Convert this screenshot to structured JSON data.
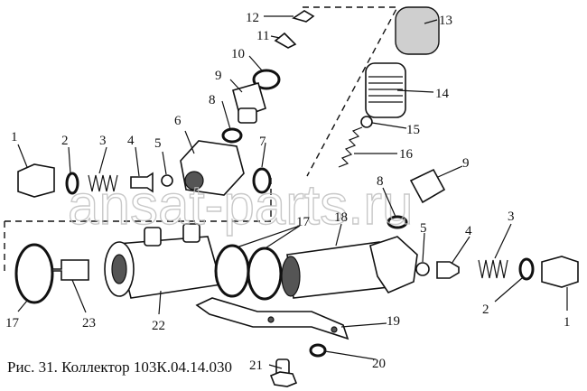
{
  "caption": "Рис. 31. Коллектор 103К.04.14.030",
  "watermark": "ansat-parts.ru",
  "callouts": [
    "12",
    "11",
    "13",
    "10",
    "14",
    "9",
    "15",
    "8",
    "6",
    "7",
    "16",
    "9",
    "1",
    "2",
    "3",
    "4",
    "5",
    "8",
    "5",
    "4",
    "3",
    "17",
    "18",
    "17",
    "23",
    "22",
    "19",
    "2",
    "1",
    "20",
    "21"
  ]
}
